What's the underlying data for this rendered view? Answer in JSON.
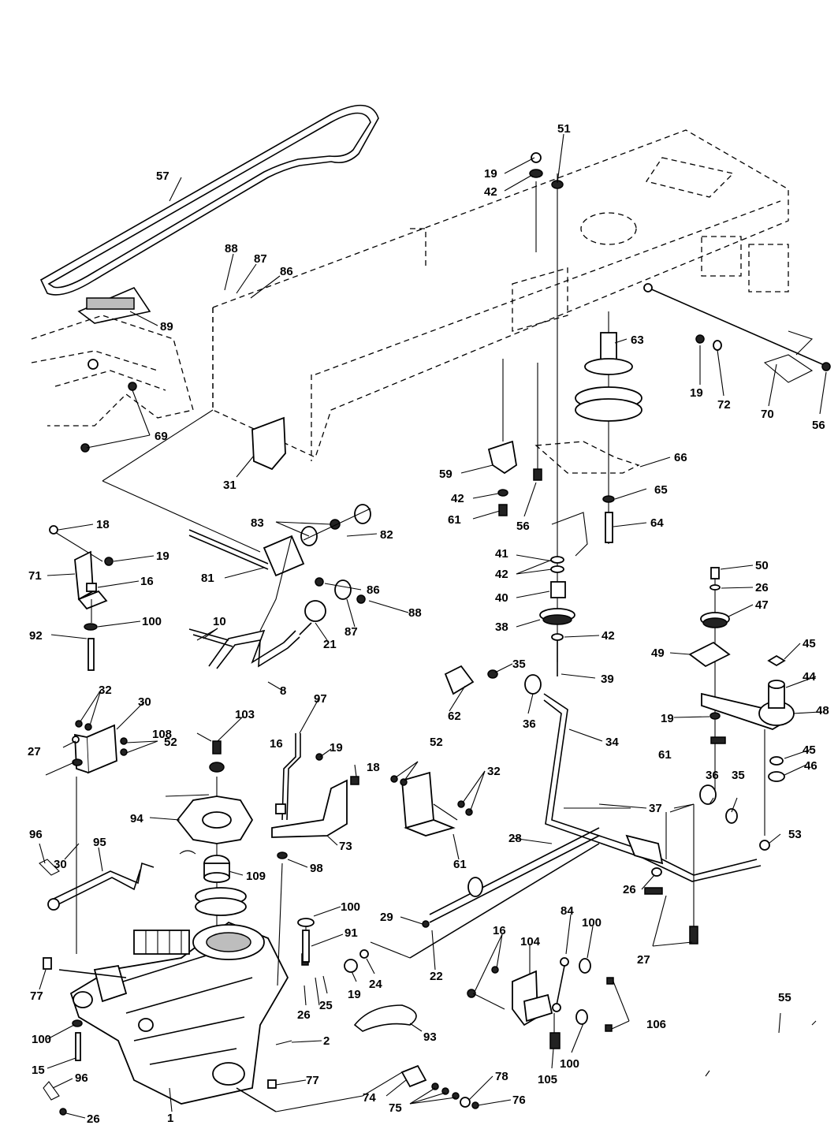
{
  "callouts": [
    "57",
    "51",
    "19",
    "42",
    "88",
    "87",
    "86",
    "89",
    "63",
    "19",
    "72",
    "70",
    "56",
    "69",
    "31",
    "66",
    "59",
    "42",
    "65",
    "56",
    "61",
    "64",
    "18",
    "83",
    "82",
    "19",
    "71",
    "16",
    "81",
    "41",
    "42",
    "40",
    "86",
    "50",
    "26",
    "100",
    "88",
    "87",
    "47",
    "38",
    "42",
    "92",
    "10",
    "21",
    "49",
    "45",
    "39",
    "35",
    "44",
    "8",
    "32",
    "97",
    "30",
    "62",
    "36",
    "48",
    "52",
    "19",
    "27",
    "61",
    "103",
    "34",
    "52",
    "16",
    "19",
    "18",
    "32",
    "45",
    "108",
    "36",
    "35",
    "46",
    "37",
    "94",
    "53",
    "96",
    "95",
    "73",
    "28",
    "98",
    "109",
    "30",
    "61",
    "26",
    "100",
    "29",
    "84",
    "100",
    "91",
    "27",
    "16",
    "104",
    "22",
    "24",
    "19",
    "77",
    "26",
    "25",
    "55",
    "106",
    "100",
    "2",
    "93",
    "15",
    "96",
    "105",
    "100",
    "78",
    "77",
    "74",
    "75",
    "76",
    "1",
    "26"
  ]
}
